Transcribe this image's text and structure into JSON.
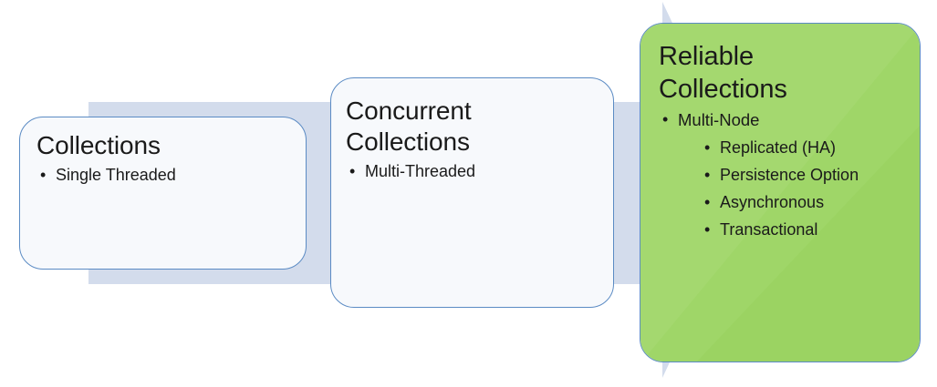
{
  "diagram": {
    "type": "progression-arrow",
    "background_arrow": {
      "name": "right-arrow-band",
      "color": "#d3dcec"
    },
    "cards": [
      {
        "id": "collections",
        "title": "Collections",
        "style": "plain",
        "fill_color": "#f7f9fc",
        "border_color": "#5b8bc4",
        "bullets": [
          {
            "text": "Single Threaded",
            "children": []
          }
        ]
      },
      {
        "id": "concurrent-collections",
        "title": "Concurrent\nCollections",
        "style": "plain",
        "fill_color": "#f7f9fc",
        "border_color": "#5b8bc4",
        "bullets": [
          {
            "text": "Multi-Threaded",
            "children": []
          }
        ]
      },
      {
        "id": "reliable-collections",
        "title": "Reliable\nCollections",
        "style": "accent",
        "fill_color": "#9fd668",
        "border_color": "#5b8bc4",
        "bullets": [
          {
            "text": "Multi-Node",
            "children": [
              "Replicated (HA)",
              "Persistence Option",
              "Asynchronous",
              "Transactional"
            ]
          }
        ]
      }
    ],
    "bullet_glyph": "•"
  }
}
